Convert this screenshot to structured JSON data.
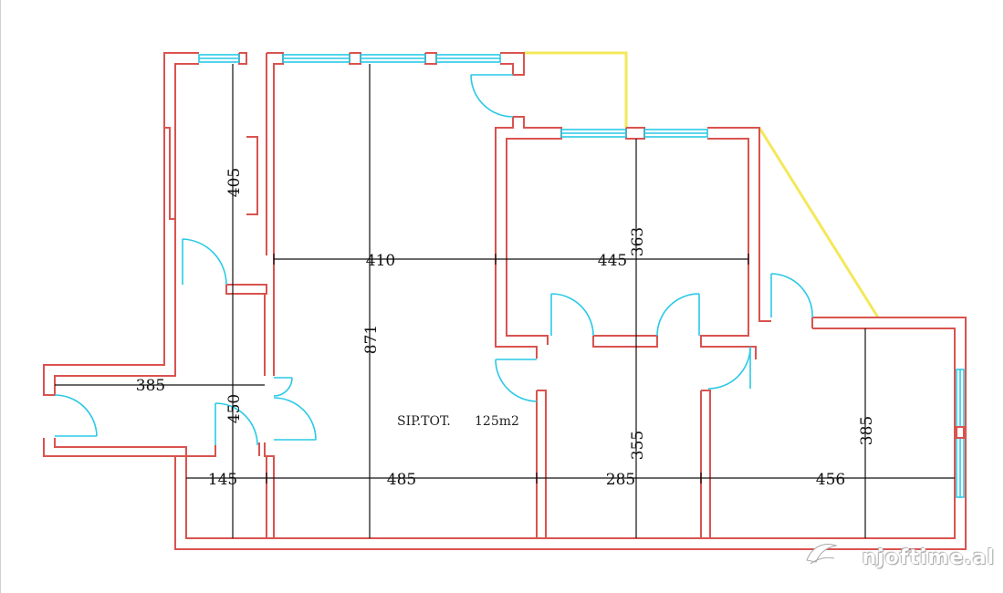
{
  "plan": {
    "dimensions": {
      "d405": "405",
      "d410": "410",
      "d445": "445",
      "d363": "363",
      "d871": "871",
      "d385a": "385",
      "d450": "450",
      "d145": "145",
      "d485": "485",
      "d285": "285",
      "d355": "355",
      "d456": "456",
      "d385b": "385"
    },
    "area_label": "SIP.TOT.",
    "area_value": "125m2"
  },
  "watermark": {
    "text": "njoftime.al"
  },
  "colors": {
    "walls": "#d9534f",
    "windows_doors": "#29c9e6",
    "balcony": "#f3e85a",
    "dimension_lines": "#111111"
  }
}
